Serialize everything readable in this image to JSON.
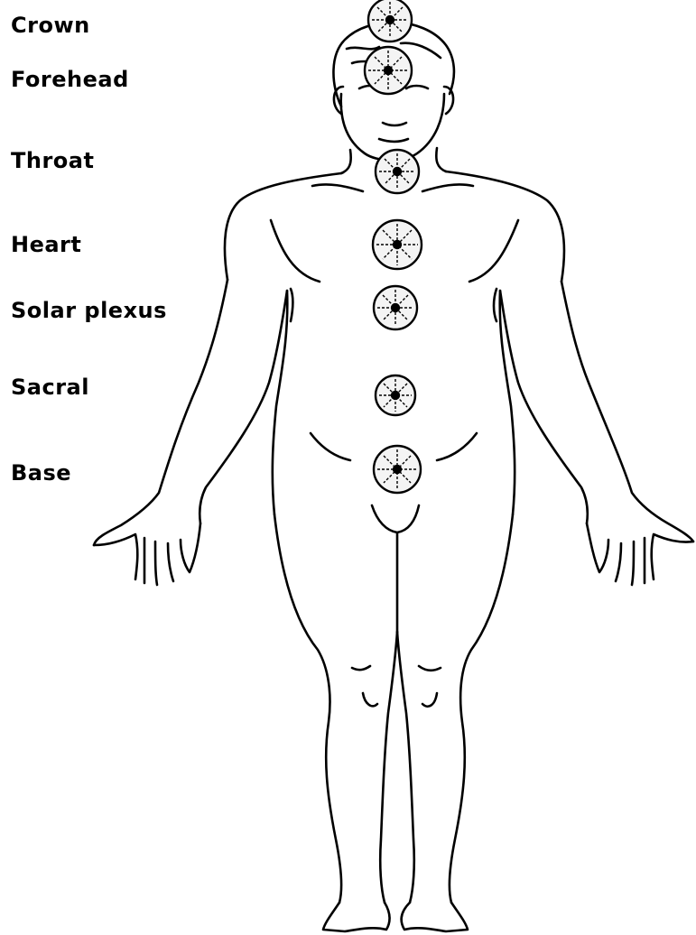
{
  "chakras": [
    {
      "id": "crown",
      "label": "Crown"
    },
    {
      "id": "forehead",
      "label": "Forehead"
    },
    {
      "id": "throat",
      "label": "Throat"
    },
    {
      "id": "heart",
      "label": "Heart"
    },
    {
      "id": "solar-plexus",
      "label": "Solar plexus"
    },
    {
      "id": "sacral",
      "label": "Sacral"
    },
    {
      "id": "base",
      "label": "Base"
    }
  ],
  "colors": {
    "line": "#000000",
    "background": "#ffffff",
    "wheel_fill": "#f4f4f4"
  },
  "icons": {
    "body": "human-body-outline-icon",
    "wheel": "chakra-wheel-icon"
  }
}
